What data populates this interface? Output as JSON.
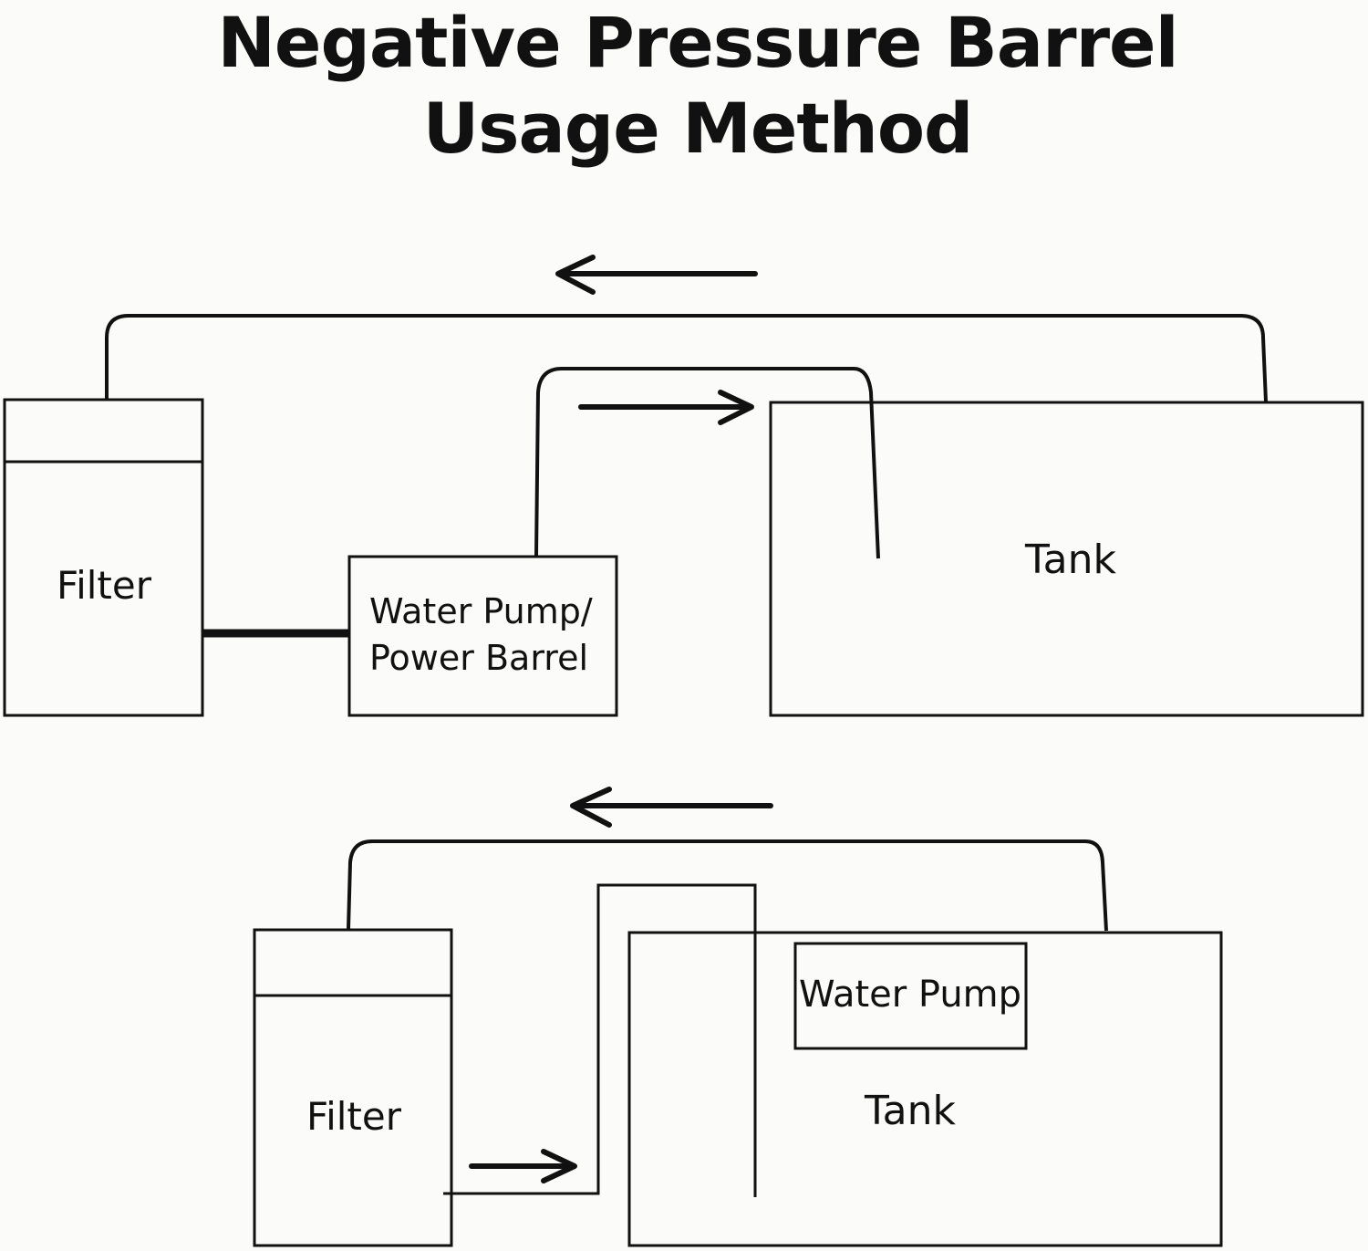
{
  "title": {
    "line1": "Negative Pressure Barrel",
    "line2": "Usage Method"
  },
  "diagram_top": {
    "filter_label": "Filter",
    "pump_label_line1": "Water Pump/",
    "pump_label_line2": "Power Barrel",
    "tank_label": "Tank"
  },
  "diagram_bottom": {
    "filter_label": "Filter",
    "pump_label": "Water Pump",
    "tank_label": "Tank"
  },
  "colors": {
    "background": "#fbfbf9",
    "line": "#111111"
  }
}
